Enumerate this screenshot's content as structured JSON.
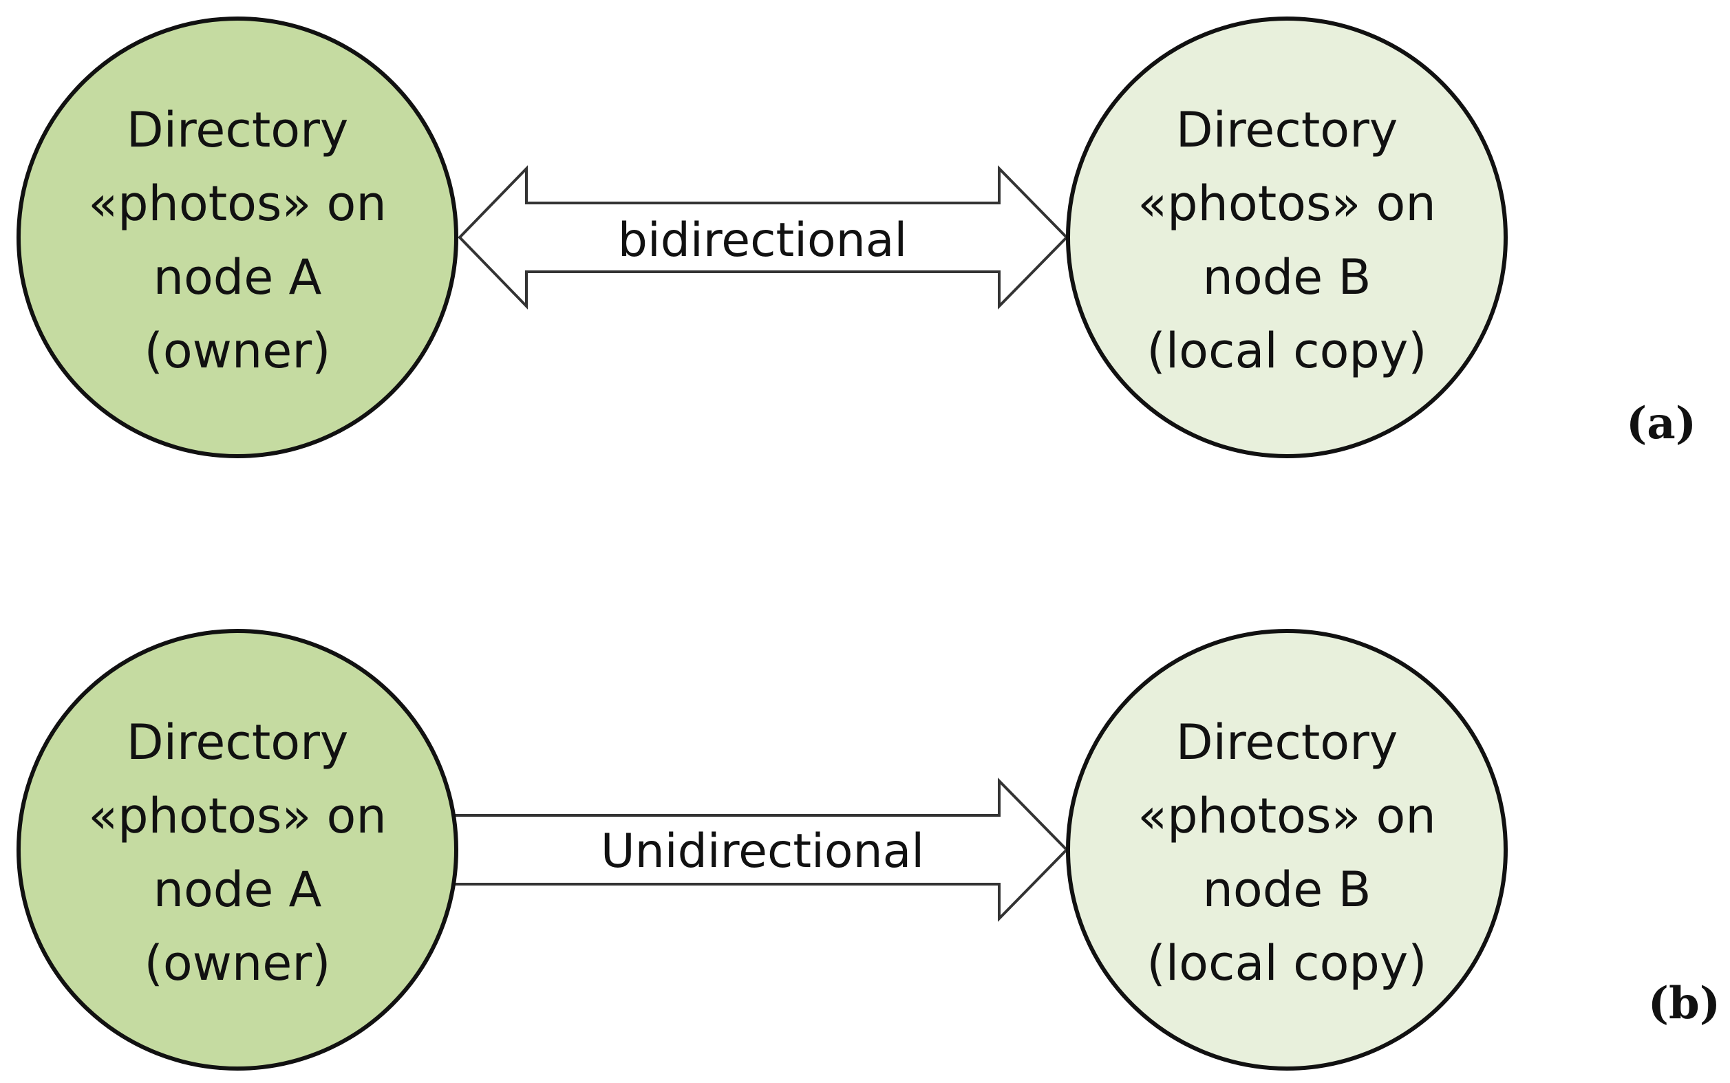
{
  "panels": [
    {
      "label": "(a)",
      "node_a": {
        "line1": "Directory",
        "line2": "«photos» on",
        "line3": "node A",
        "line4": "(owner)",
        "fill": "#c5dba1"
      },
      "node_b": {
        "line1": "Directory",
        "line2": "«photos» on",
        "line3": "node B",
        "line4": "(local copy)",
        "fill": "#e8f0dc"
      },
      "arrow": {
        "label": "bidirectional",
        "direction": "bidirectional"
      }
    },
    {
      "label": "(b)",
      "node_a": {
        "line1": "Directory",
        "line2": "«photos» on",
        "line3": "node A",
        "line4": "(owner)",
        "fill": "#c5dba1"
      },
      "node_b": {
        "line1": "Directory",
        "line2": "«photos» on",
        "line3": "node B",
        "line4": "(local copy)",
        "fill": "#e8f0dc"
      },
      "arrow": {
        "label": "Unidirectional",
        "direction": "A-to-B"
      }
    }
  ]
}
